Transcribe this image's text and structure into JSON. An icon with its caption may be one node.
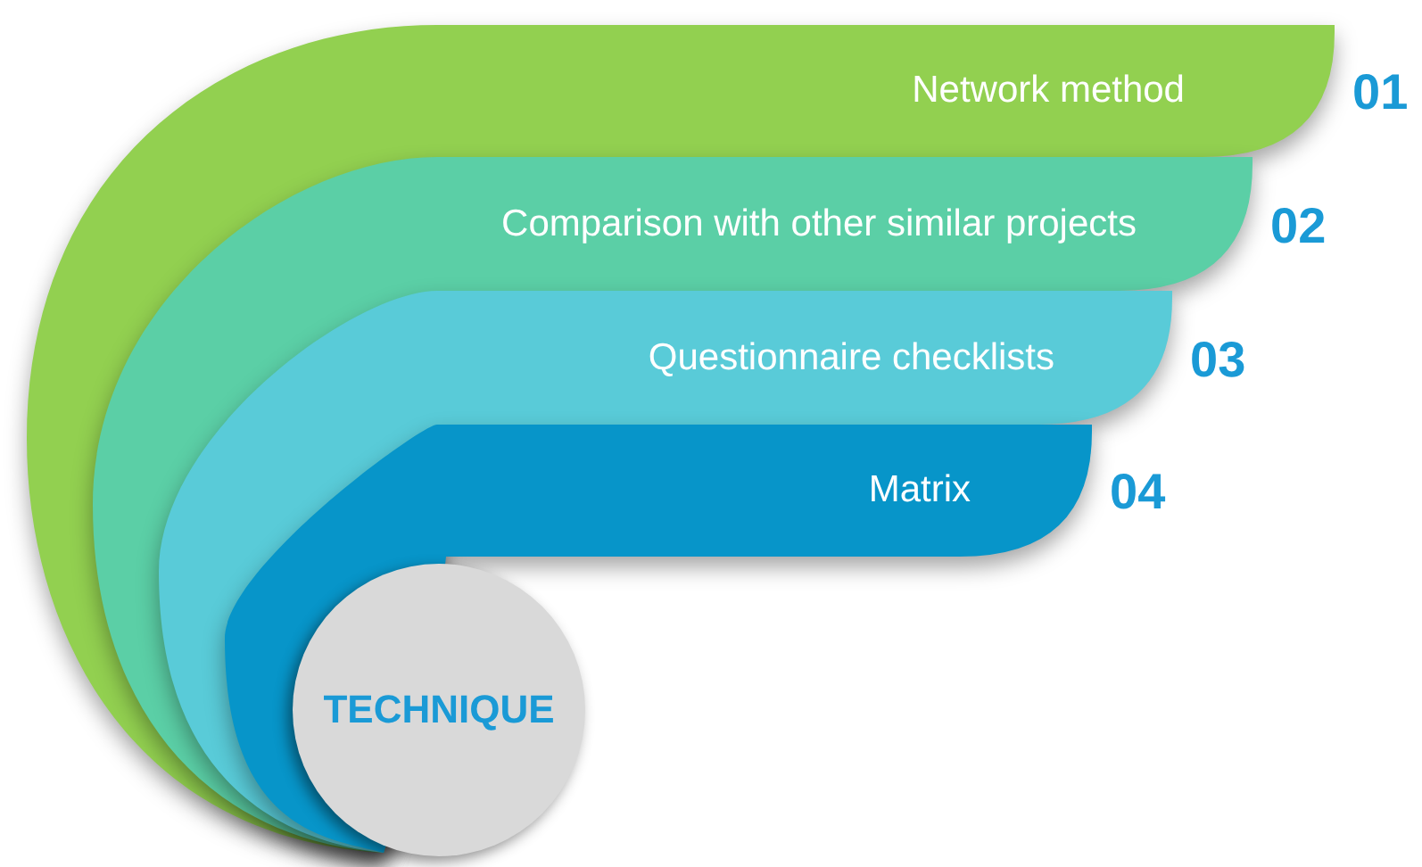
{
  "diagram": {
    "nodes": [
      {
        "text": [
          "Network method"
        ],
        "beside": [
          "01"
        ]
      },
      {
        "text": [
          "Comparison with other similar projects"
        ],
        "beside": [
          "02"
        ]
      },
      {
        "text": [
          "Questionnaire checklists"
        ],
        "beside": [
          "03"
        ]
      },
      {
        "text": [
          "Matrix"
        ],
        "beside": [
          "04"
        ]
      },
      {
        "text": [
          "TECHNIQUE"
        ]
      }
    ]
  }
}
